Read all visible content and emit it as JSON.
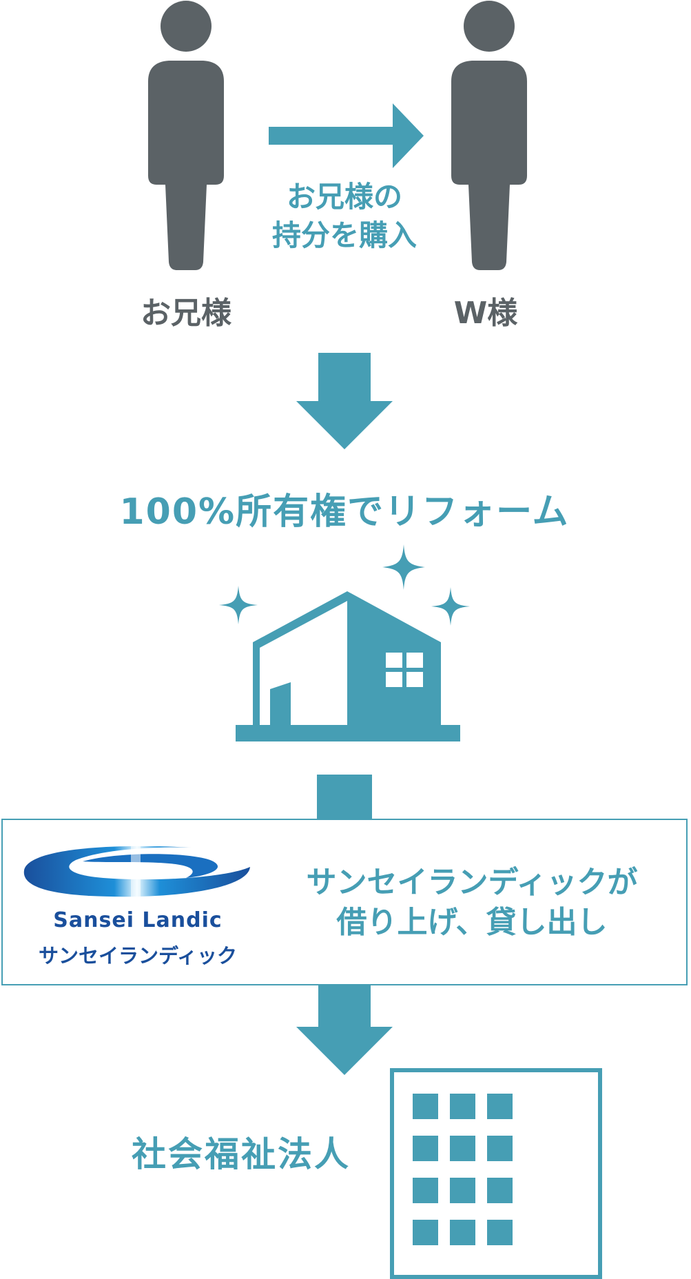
{
  "flow": {
    "left_person": "お兄様",
    "right_person": "W様",
    "purchase_line1": "お兄様の",
    "purchase_line2": "持分を購入",
    "reform": "100%所有権でリフォーム",
    "landic_line1": "サンセイランディックが",
    "landic_line2": "借り上げ、貸し出し",
    "welfare": "社会福祉法人"
  },
  "brand": {
    "name_en": "Sansei Landic",
    "name_ja": "サンセイランディック"
  },
  "icons": {
    "person": "person-icon",
    "house": "house-icon",
    "building": "office-building-icon",
    "sparkle": "sparkle-icon",
    "logo": "sansei-landic-logo"
  },
  "colors": {
    "teal": "#469eb4",
    "grey": "#5b6266",
    "brand_blue": "#1a4f9c"
  }
}
